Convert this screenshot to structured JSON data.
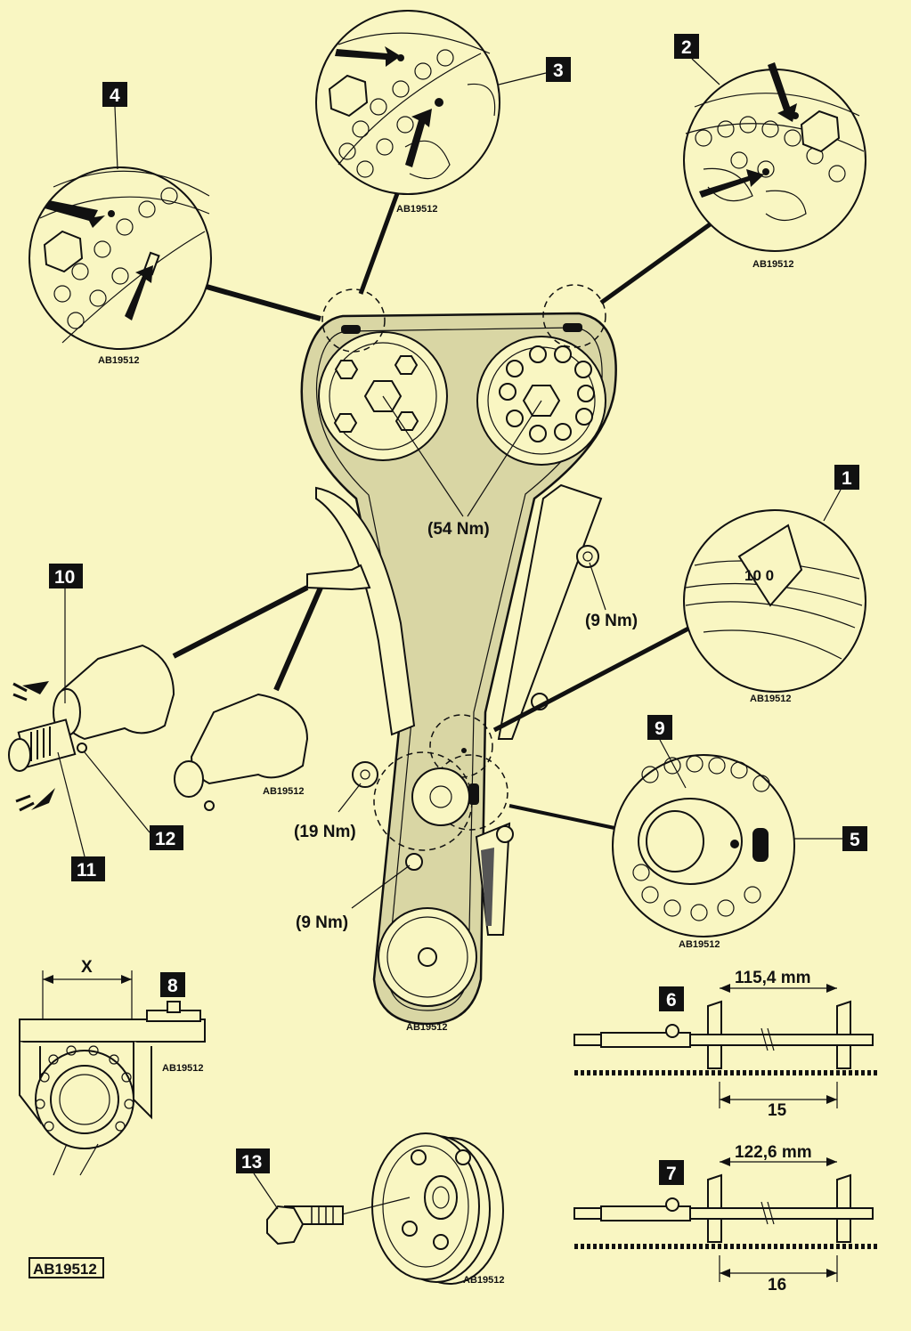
{
  "callouts": {
    "c1": "1",
    "c2": "2",
    "c3": "3",
    "c4": "4",
    "c5": "5",
    "c6": "6",
    "c7": "7",
    "c8": "8",
    "c9": "9",
    "c10": "10",
    "c11": "11",
    "c12": "12",
    "c13": "13"
  },
  "torques": {
    "camshaft": "(54 Nm)",
    "guide_upper": "(9 Nm)",
    "tensioner_pivot": "(19 Nm)",
    "guide_lower": "(9 Nm)"
  },
  "reference": "AB19512",
  "measurements": {
    "detail6_length": "115,4 mm",
    "detail6_pins": "15",
    "detail7_length": "122,6 mm",
    "detail7_pins": "16",
    "detail8_label": "X"
  },
  "sprocket_marks": {
    "detail1_marks": "10 0"
  }
}
